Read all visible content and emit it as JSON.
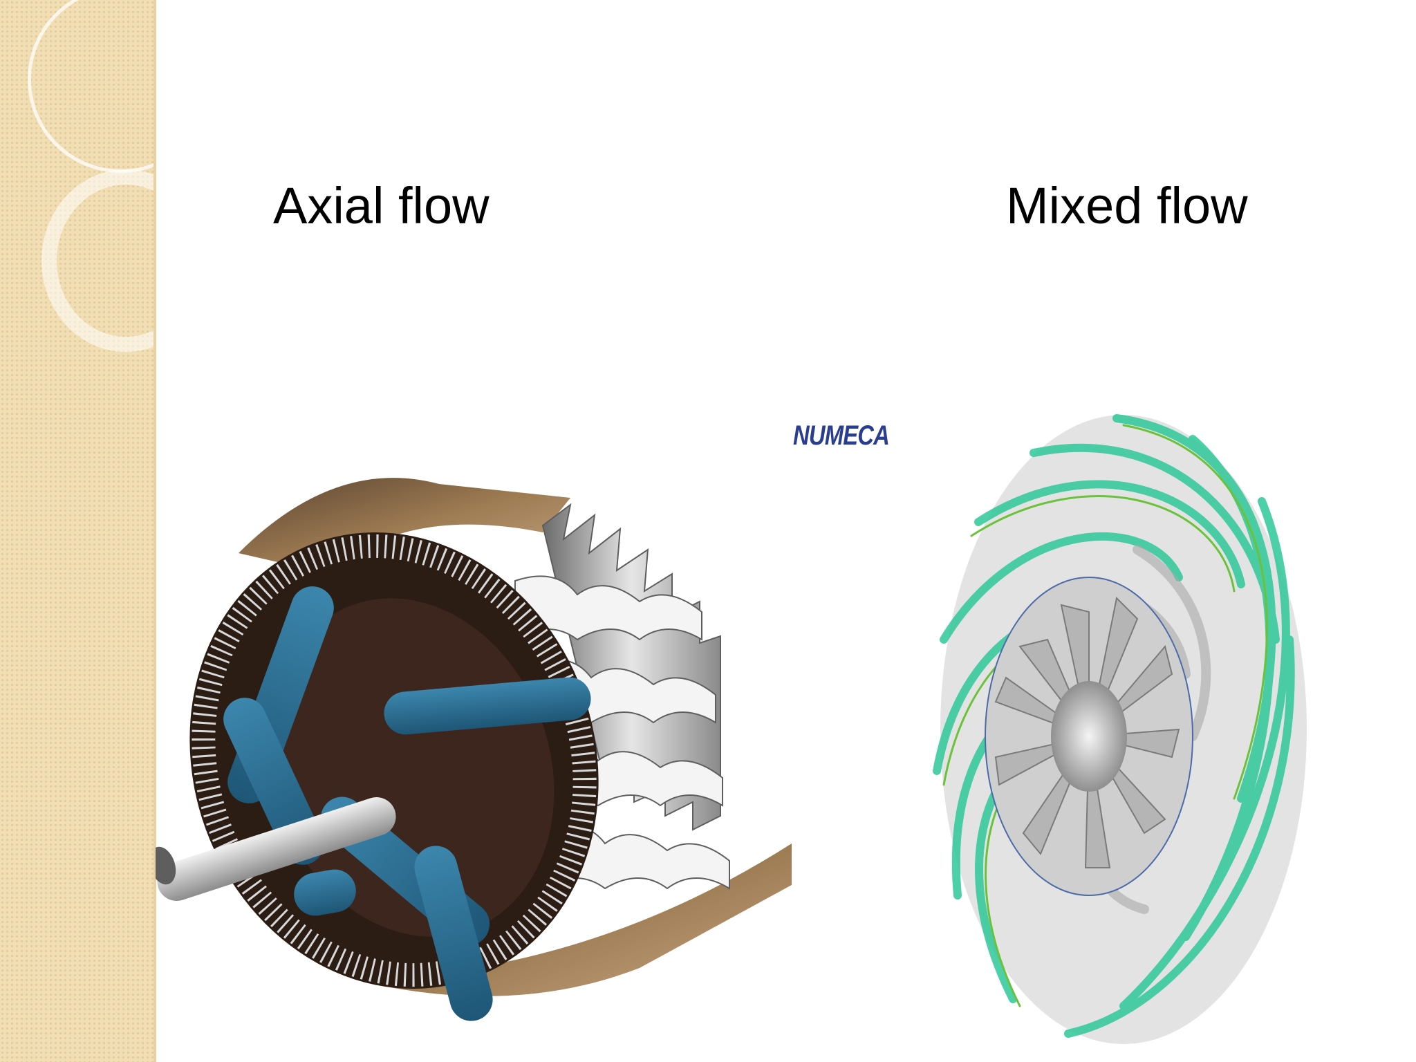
{
  "slide": {
    "left_title": "Axial flow",
    "right_title": "Mixed flow",
    "watermark": "NUMECA"
  },
  "colors": {
    "sidebar": "#f1deb4",
    "casing": "#8a6a45",
    "pipe_blue": "#2a6a8e",
    "blade_grey": "#b8b8b8",
    "streamline_green": "#2fc79a"
  }
}
